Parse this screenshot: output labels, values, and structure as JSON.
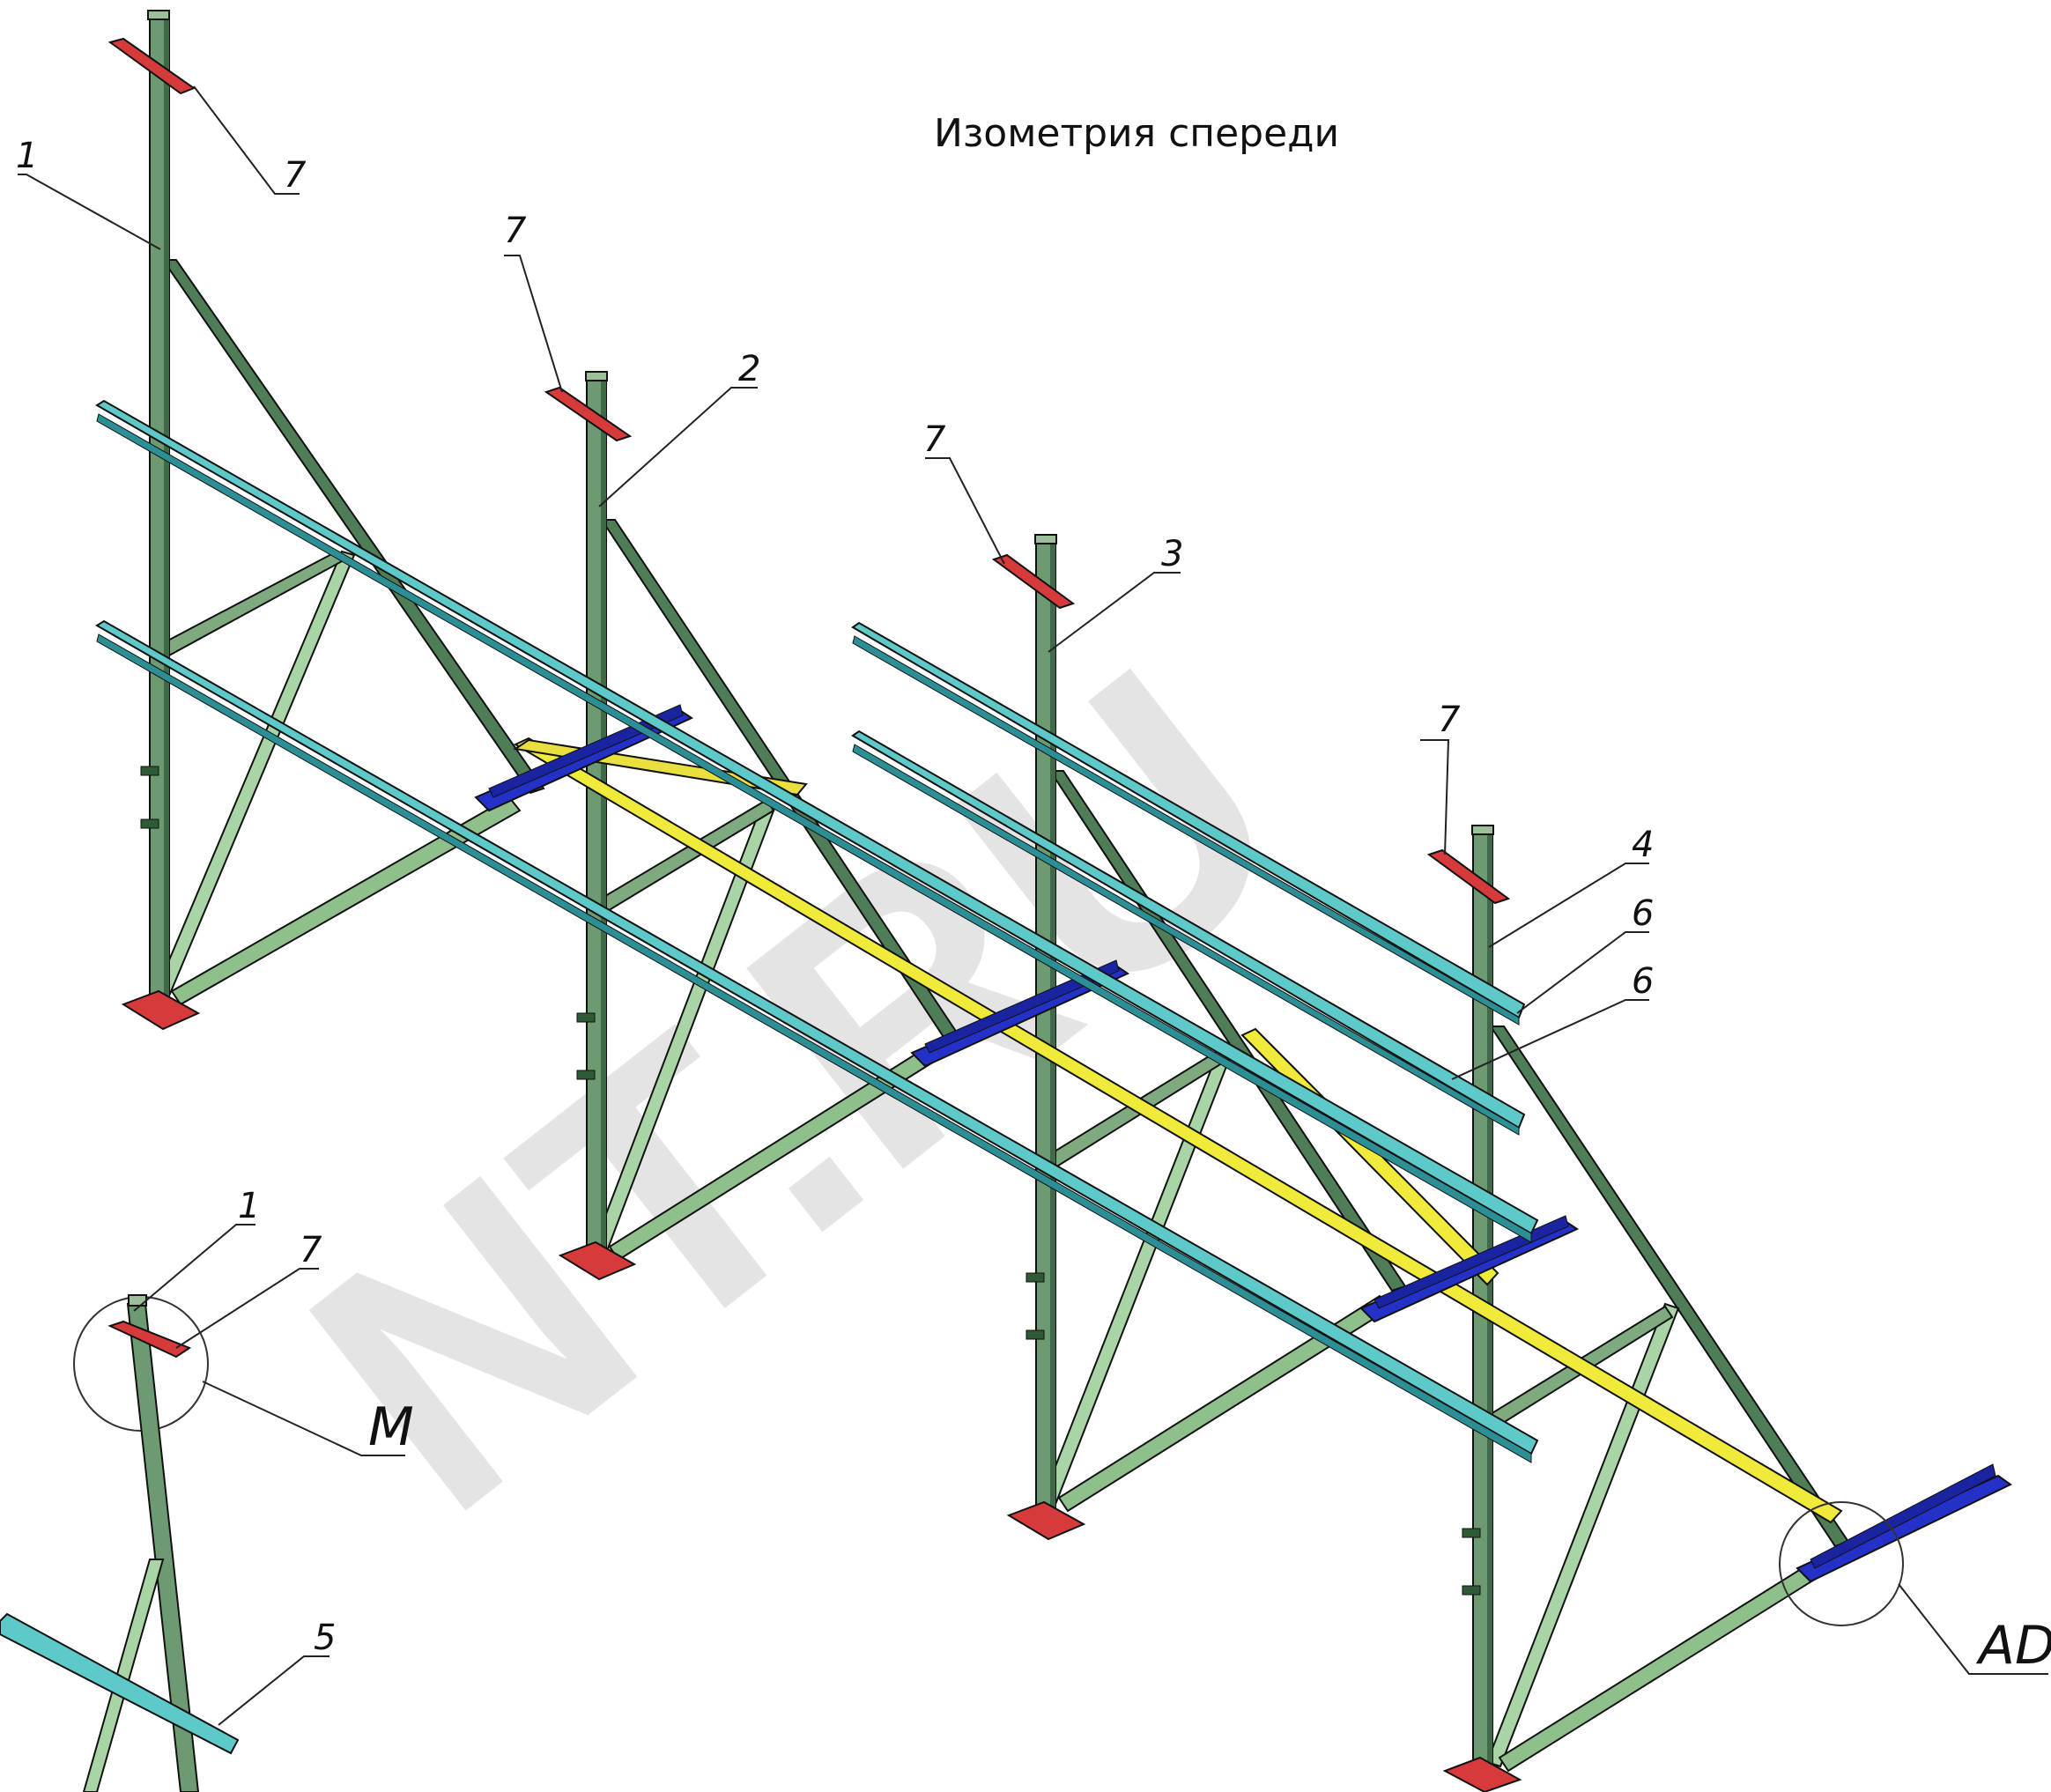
{
  "drawing": {
    "title": "Изометрия спереди",
    "watermark": "NT.RU",
    "colors": {
      "post": "#6e9a72",
      "post_dark": "#3f6a48",
      "post_light": "#a9d5a6",
      "rail": "#5ec9c9",
      "rail_dark": "#2d8f96",
      "cap": "#d63a3a",
      "base": "#d63a3a",
      "bracket": "#2431c9",
      "brace_yellow": "#f0ea3a",
      "line": "#111111"
    },
    "callouts": {
      "c7a": "7",
      "c1a": "1",
      "c7b": "7",
      "c2": "2",
      "c7c": "7",
      "c3": "3",
      "c7d": "7",
      "c4": "4",
      "c6a": "6",
      "c6b": "6",
      "c1b": "1",
      "c7e": "7",
      "cM": "M",
      "c5": "5",
      "cAD": "AD"
    }
  }
}
